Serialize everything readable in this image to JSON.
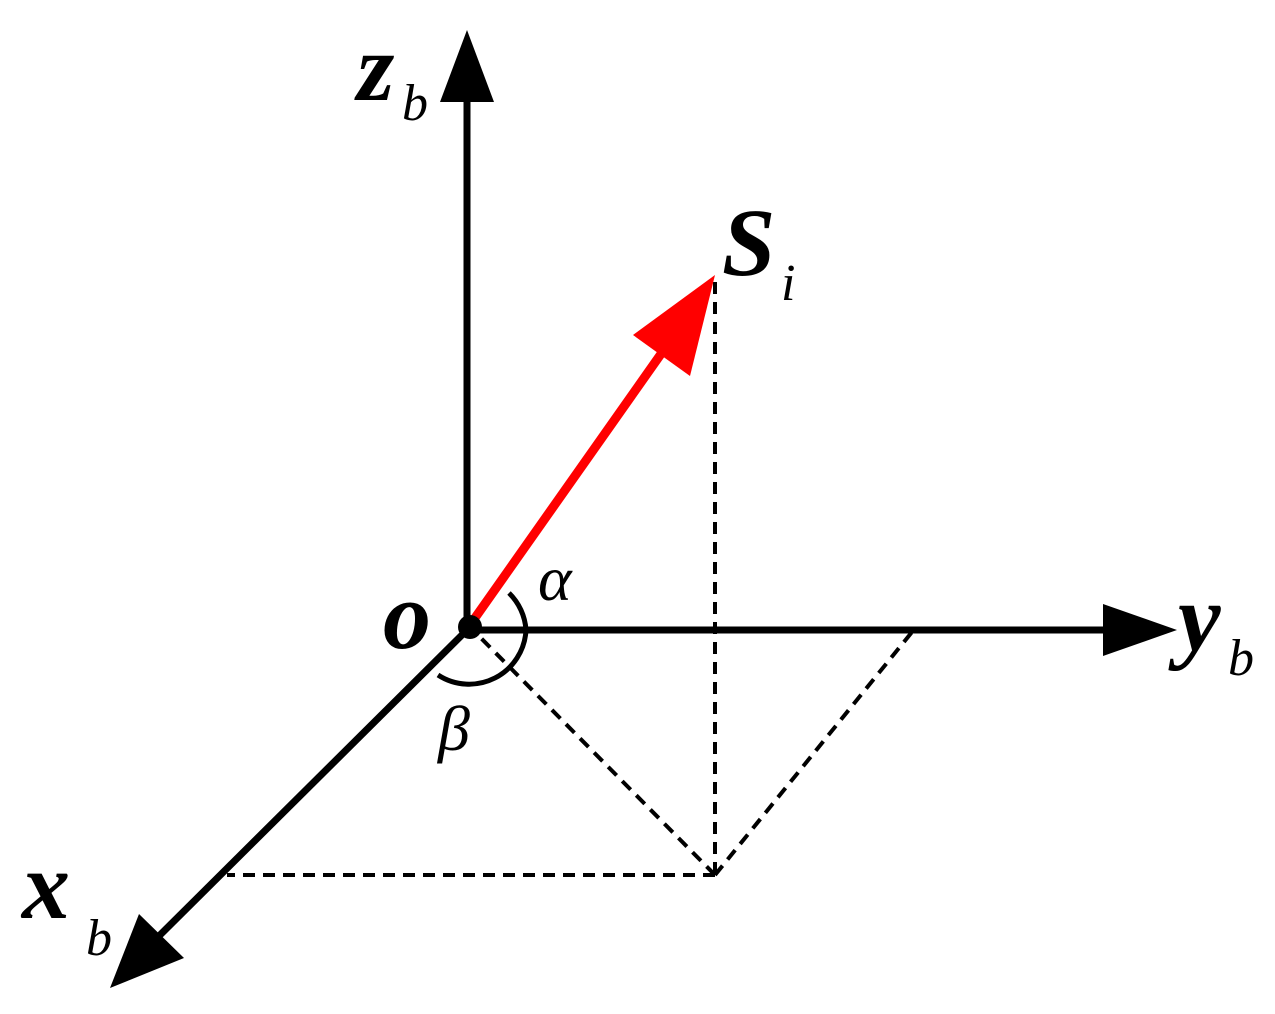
{
  "diagram": {
    "colors": {
      "axis": "#000000",
      "vector": "#ff0000",
      "guide": "#000000"
    },
    "labels": {
      "z_main": "z",
      "z_sub": "b",
      "y_main": "y",
      "y_sub": "b",
      "x_main": "x",
      "x_sub": "b",
      "origin": "o",
      "s_main": "S",
      "s_sub": "i",
      "alpha": "α",
      "beta": "β"
    }
  }
}
